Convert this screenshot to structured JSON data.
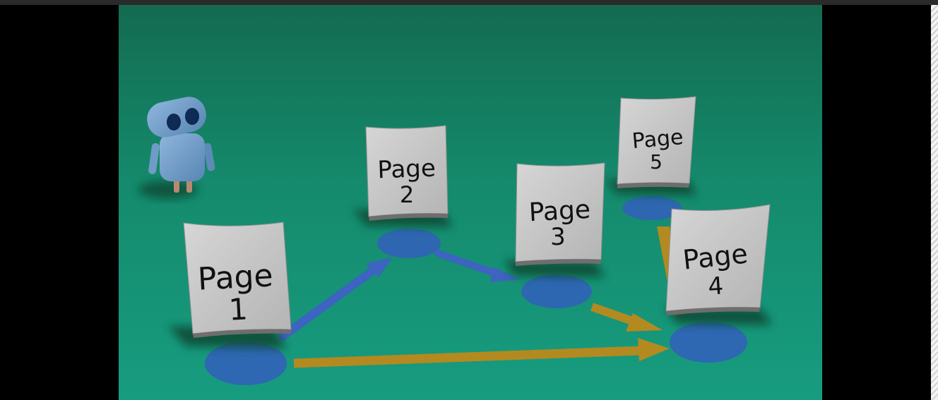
{
  "scene": {
    "robot": {
      "label": "robot"
    },
    "pages": [
      {
        "id": "page-1",
        "line1": "Page",
        "line2": "1"
      },
      {
        "id": "page-2",
        "line1": "Page",
        "line2": "2"
      },
      {
        "id": "page-3",
        "line1": "Page",
        "line2": "3"
      },
      {
        "id": "page-4",
        "line1": "Page",
        "line2": "4"
      },
      {
        "id": "page-5",
        "line1": "Page",
        "line2": "5"
      }
    ],
    "links": [
      {
        "from": "page-1",
        "to": "page-2",
        "color": "blue"
      },
      {
        "from": "page-2",
        "to": "page-3",
        "color": "blue"
      },
      {
        "from": "page-1",
        "to": "page-4",
        "color": "orange"
      },
      {
        "from": "page-3",
        "to": "page-4",
        "color": "orange"
      },
      {
        "from": "page-5",
        "to": "page-4",
        "color": "orange"
      }
    ]
  },
  "colors": {
    "floor_top": "#157256",
    "floor_bottom": "#16977e",
    "spot_blue": "#3163b6",
    "arrow_blue": "#3c64c0",
    "arrow_orange": "#b28a20",
    "page_face": "#c9c9c9",
    "robot_body": "#6f9cc6"
  }
}
